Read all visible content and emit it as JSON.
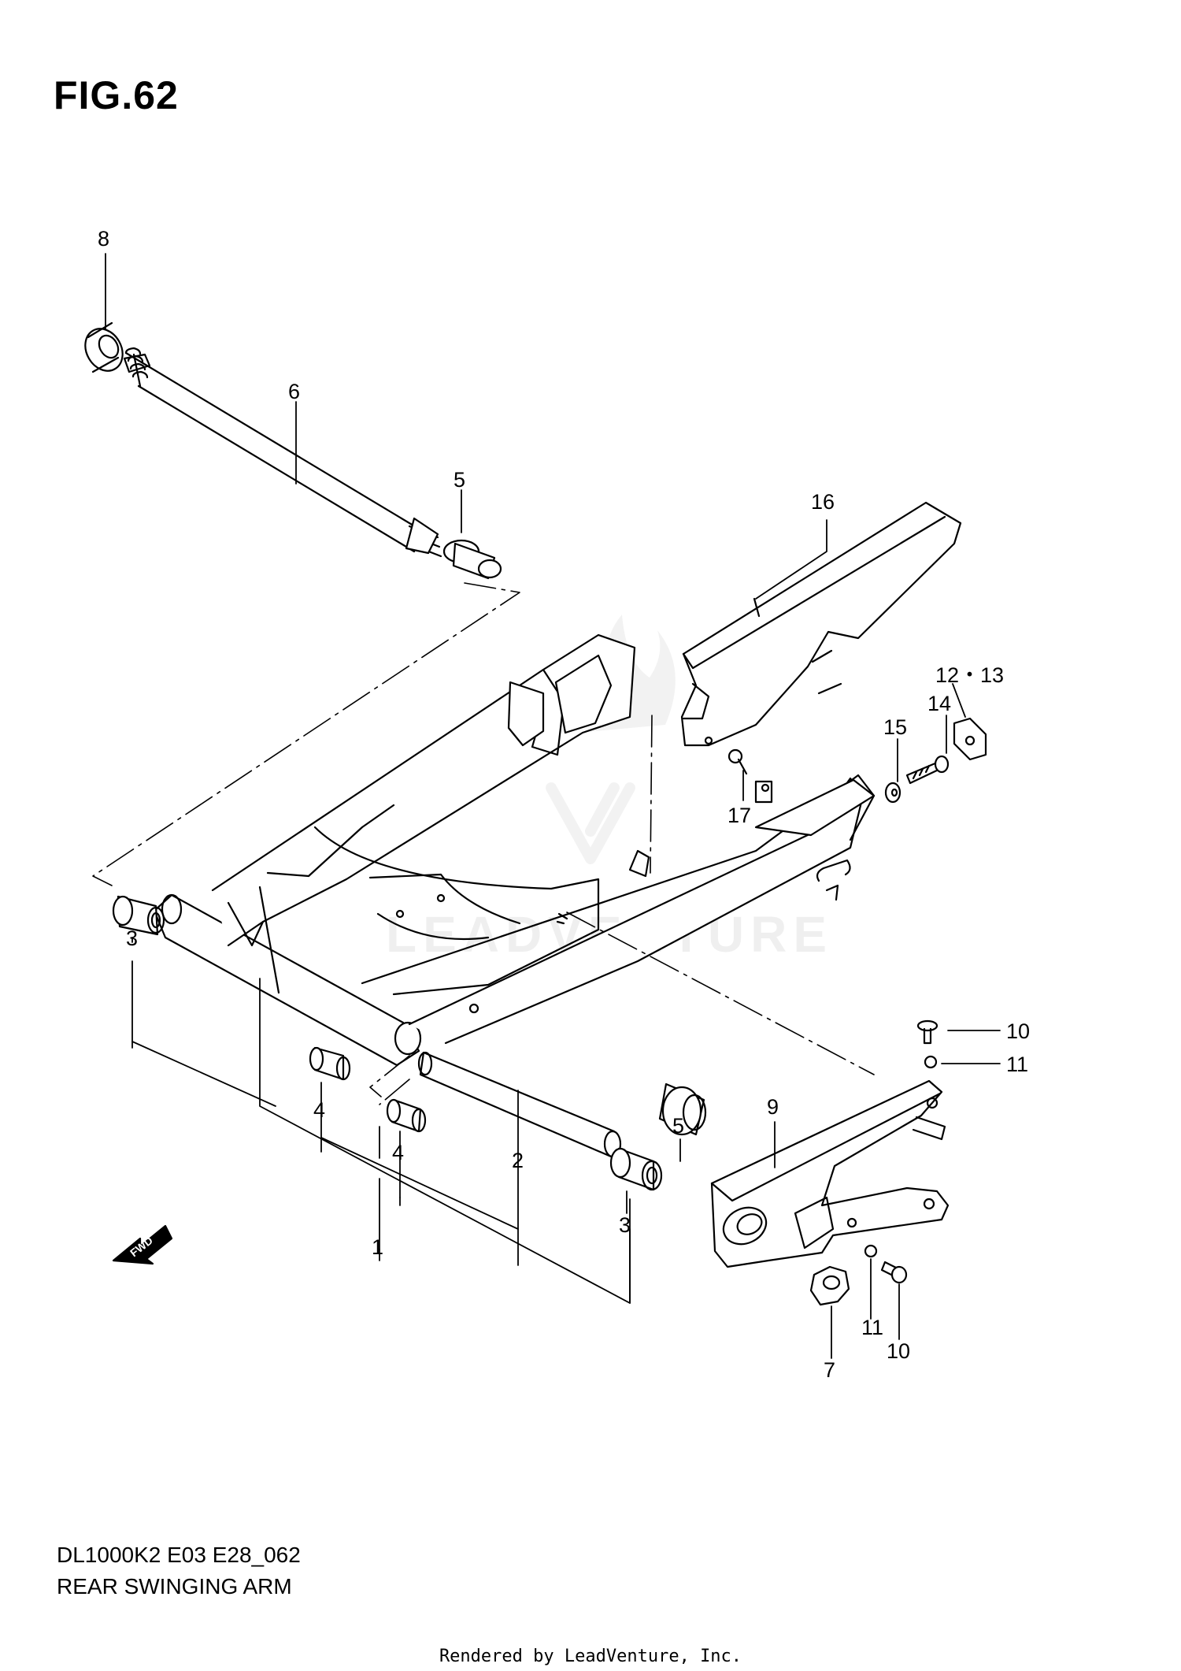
{
  "header": {
    "figure_title": "FIG.62"
  },
  "footer": {
    "model_code": "DL1000K2 E03 E28_062",
    "diagram_name": "REAR SWINGING ARM",
    "rendered_by": "Rendered by LeadVenture, Inc."
  },
  "watermark": {
    "text": "LEADVENTURE"
  },
  "fwd_arrow": {
    "label": "FWD"
  },
  "callouts": {
    "c1": "1",
    "c2": "2",
    "c3a": "3",
    "c3b": "3",
    "c4a": "4",
    "c4b": "4",
    "c5a": "5",
    "c5b": "5",
    "c6": "6",
    "c7": "7",
    "c8": "8",
    "c9": "9",
    "c10a": "10",
    "c10b": "10",
    "c11a": "11",
    "c11b": "11",
    "c1213": "12・13",
    "c14": "14",
    "c15": "15",
    "c16": "16",
    "c17": "17"
  },
  "colors": {
    "line": "#000000",
    "background": "#ffffff"
  }
}
